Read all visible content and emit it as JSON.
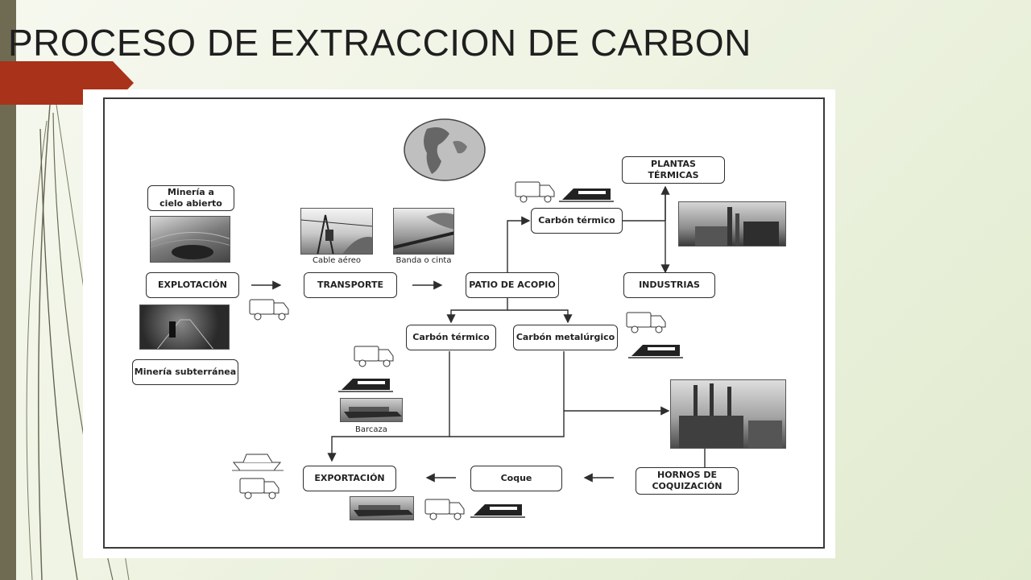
{
  "slide": {
    "title": "PROCESO DE EXTRACCION DE CARBON"
  },
  "diagram": {
    "nodes": {
      "mineria_cielo_abierto": "Minería a\ncielo abierto",
      "explotacion": "EXPLOTACIÓN",
      "mineria_subterranea": "Minería subterránea",
      "transporte": "TRANSPORTE",
      "patio_acopio": "PATIO DE ACOPIO",
      "carbon_termico_top": "Carbón térmico",
      "plantas_termicas": "PLANTAS\nTÉRMICAS",
      "industrias": "INDUSTRIAS",
      "carbon_termico_mid": "Carbón térmico",
      "carbon_metalurgico": "Carbón metalúrgico",
      "hornos_coquizacion": "HORNOS DE\nCOQUIZACIÓN",
      "coque": "Coque",
      "exportacion": "EXPORTACIÓN"
    },
    "captions": {
      "cable_aereo": "Cable aéreo",
      "banda_cinta": "Banda o cinta",
      "barcaza": "Barcaza"
    },
    "icons": [
      "globe-icon",
      "truck-icon",
      "train-icon",
      "barge-icon",
      "ship-icon"
    ],
    "colors": {
      "accent": "#a8321a",
      "bar": "#6f6a52",
      "line": "#2e2e2e"
    }
  }
}
